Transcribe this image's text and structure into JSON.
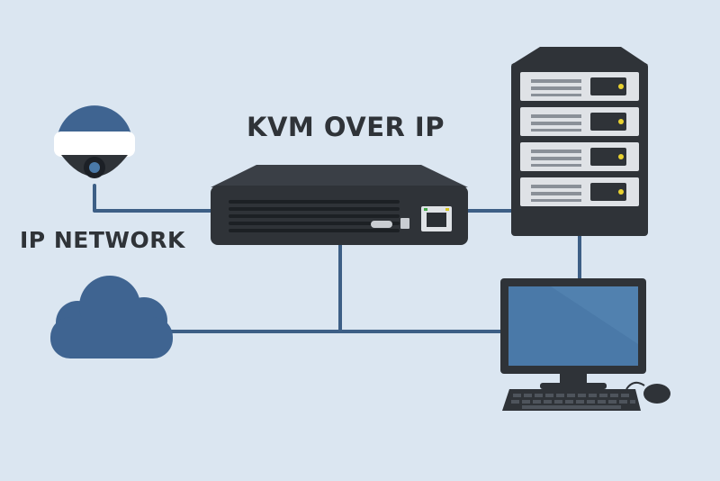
{
  "diagram": {
    "title": "KVM OVER IP",
    "network_label": "IP NETWORK",
    "colors": {
      "background": "#dbe6f1",
      "line": "#3d5f86",
      "device_dark": "#2f3338",
      "cloud": "#3f6491",
      "screen": "#4a79a8",
      "rack_bay": "#dfe2e6",
      "led": "#e9d230",
      "port_led": "#d8c51f",
      "port_led_alt": "#44a84a"
    },
    "nodes": [
      {
        "id": "camera",
        "icon": "ip-camera-icon"
      },
      {
        "id": "kvm",
        "icon": "kvm-switch-icon"
      },
      {
        "id": "server",
        "icon": "server-rack-icon"
      },
      {
        "id": "cloud",
        "icon": "cloud-icon"
      },
      {
        "id": "workstation",
        "icon": "desktop-computer-icon"
      }
    ]
  }
}
